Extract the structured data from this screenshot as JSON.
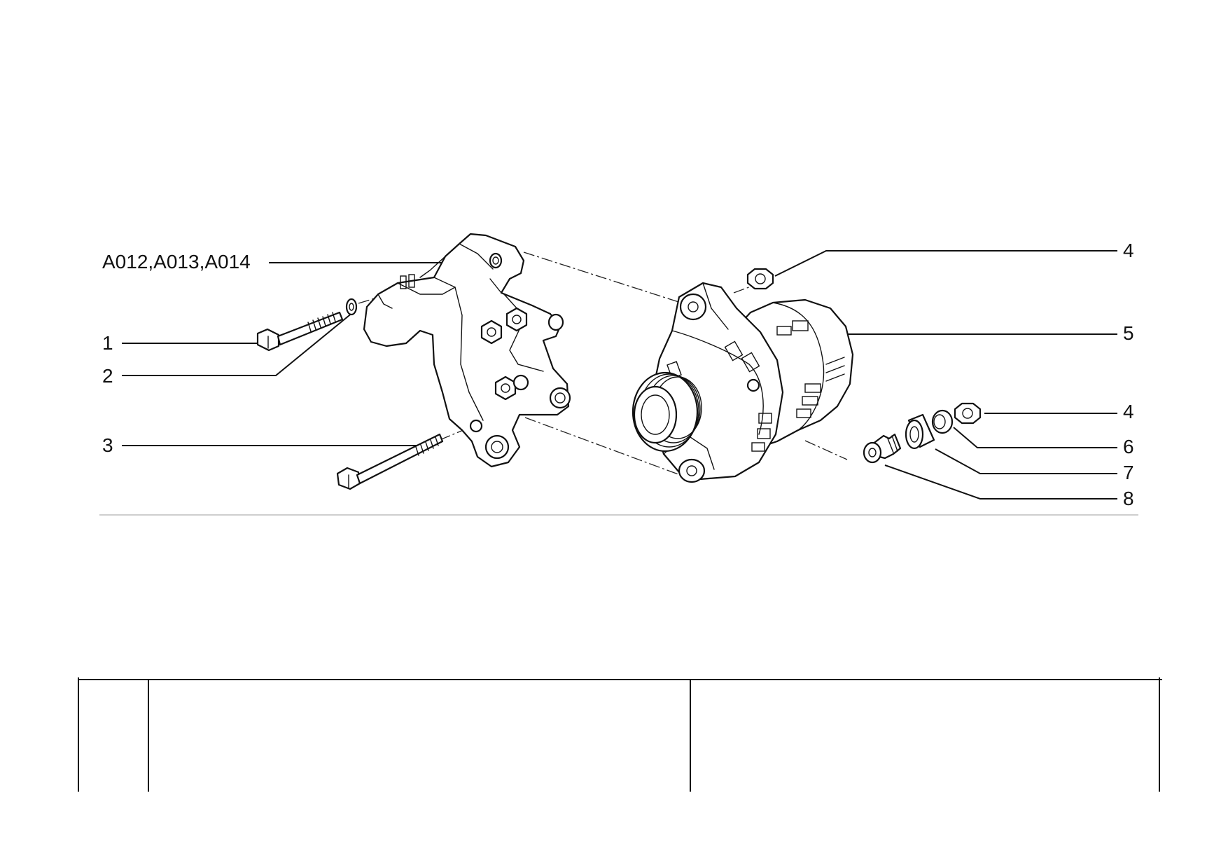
{
  "diagram": {
    "group_label": "A012,A013,A014",
    "callouts": {
      "c1": "1",
      "c2": "2",
      "c3": "3",
      "c4a": "4",
      "c5": "5",
      "c4b": "4",
      "c6": "6",
      "c7": "7",
      "c8": "8"
    }
  },
  "table": {
    "columns": [
      "",
      "",
      ""
    ]
  },
  "icons": [
    "bolt-icon",
    "washer-icon",
    "bracket-icon",
    "alternator-icon",
    "nut-icon",
    "sleeve-icon",
    "bushing-icon",
    "screw-plug-icon"
  ]
}
